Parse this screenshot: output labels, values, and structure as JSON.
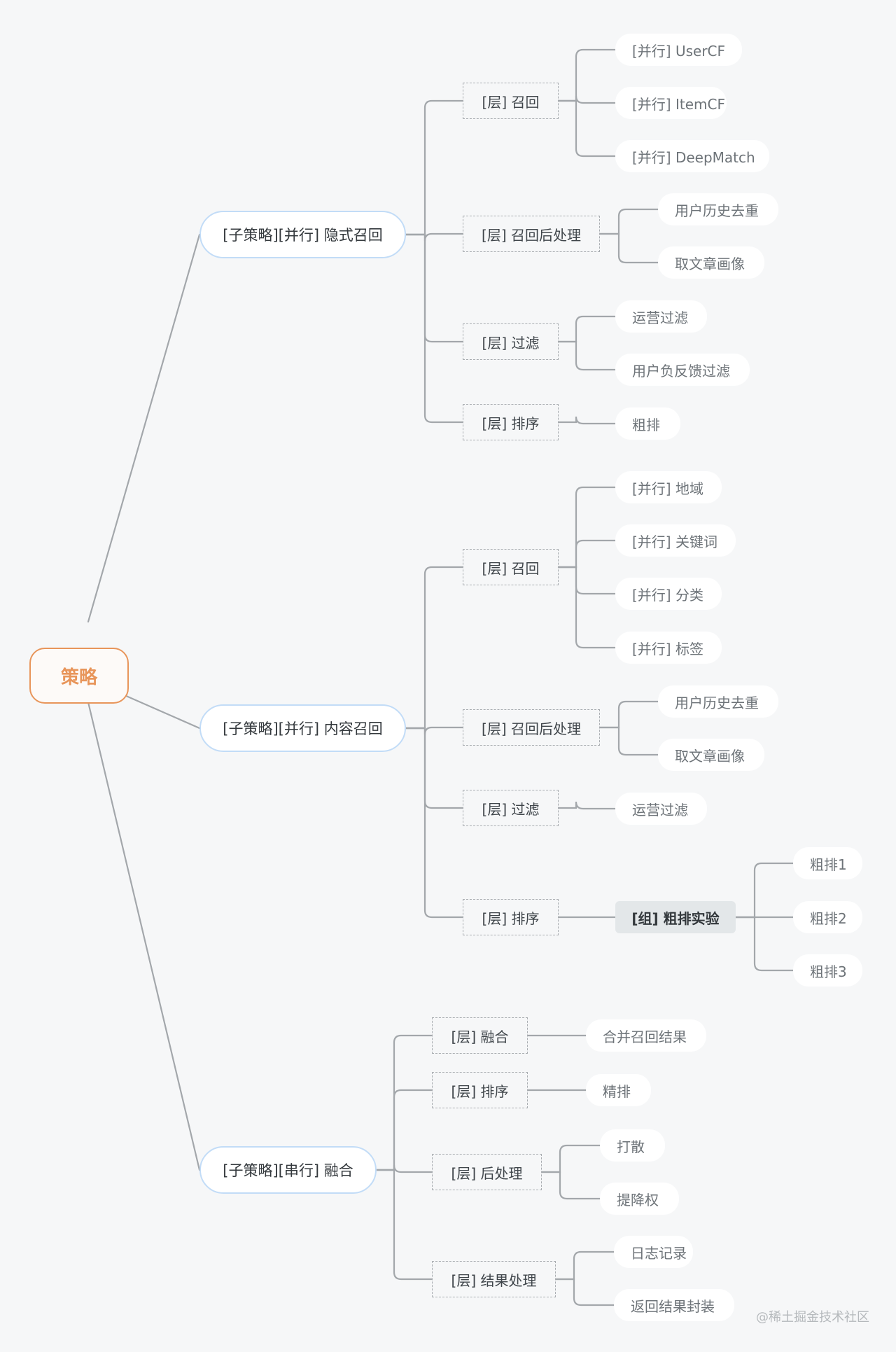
{
  "root": "策略",
  "substrategies": [
    {
      "label": "[子策略][并行] 隐式召回",
      "layers": [
        {
          "label": "[层] 召回",
          "children": [
            "[并行] UserCF",
            "[并行] ItemCF",
            "[并行] DeepMatch"
          ]
        },
        {
          "label": "[层] 召回后处理",
          "children": [
            "用户历史去重",
            "取文章画像"
          ]
        },
        {
          "label": "[层] 过滤",
          "children": [
            "运营过滤",
            "用户负反馈过滤"
          ]
        },
        {
          "label": "[层] 排序",
          "children": [
            "粗排"
          ]
        }
      ]
    },
    {
      "label": "[子策略][并行] 内容召回",
      "layers": [
        {
          "label": "[层] 召回",
          "children": [
            "[并行] 地域",
            "[并行] 关键词",
            "[并行] 分类",
            "[并行] 标签"
          ]
        },
        {
          "label": "[层] 召回后处理",
          "children": [
            "用户历史去重",
            "取文章画像"
          ]
        },
        {
          "label": "[层] 过滤",
          "children": [
            "运营过滤"
          ]
        },
        {
          "label": "[层] 排序",
          "group": {
            "label": "[组] 粗排实验",
            "children": [
              "粗排1",
              "粗排2",
              "粗排3"
            ]
          }
        }
      ]
    },
    {
      "label": "[子策略][串行] 融合",
      "layers": [
        {
          "label": "[层] 融合",
          "children": [
            "合并召回结果"
          ]
        },
        {
          "label": "[层] 排序",
          "children": [
            "精排"
          ]
        },
        {
          "label": "[层] 后处理",
          "children": [
            "打散",
            "提降权"
          ]
        },
        {
          "label": "[层] 结果处理",
          "children": [
            "日志记录",
            "返回结果封装"
          ]
        }
      ]
    }
  ],
  "watermark": "@稀土掘金技术社区",
  "colors": {
    "root": "#e8955a",
    "sub_border": "#c2dcf7",
    "line": "#a3a7ab",
    "background": "#f6f7f8"
  }
}
